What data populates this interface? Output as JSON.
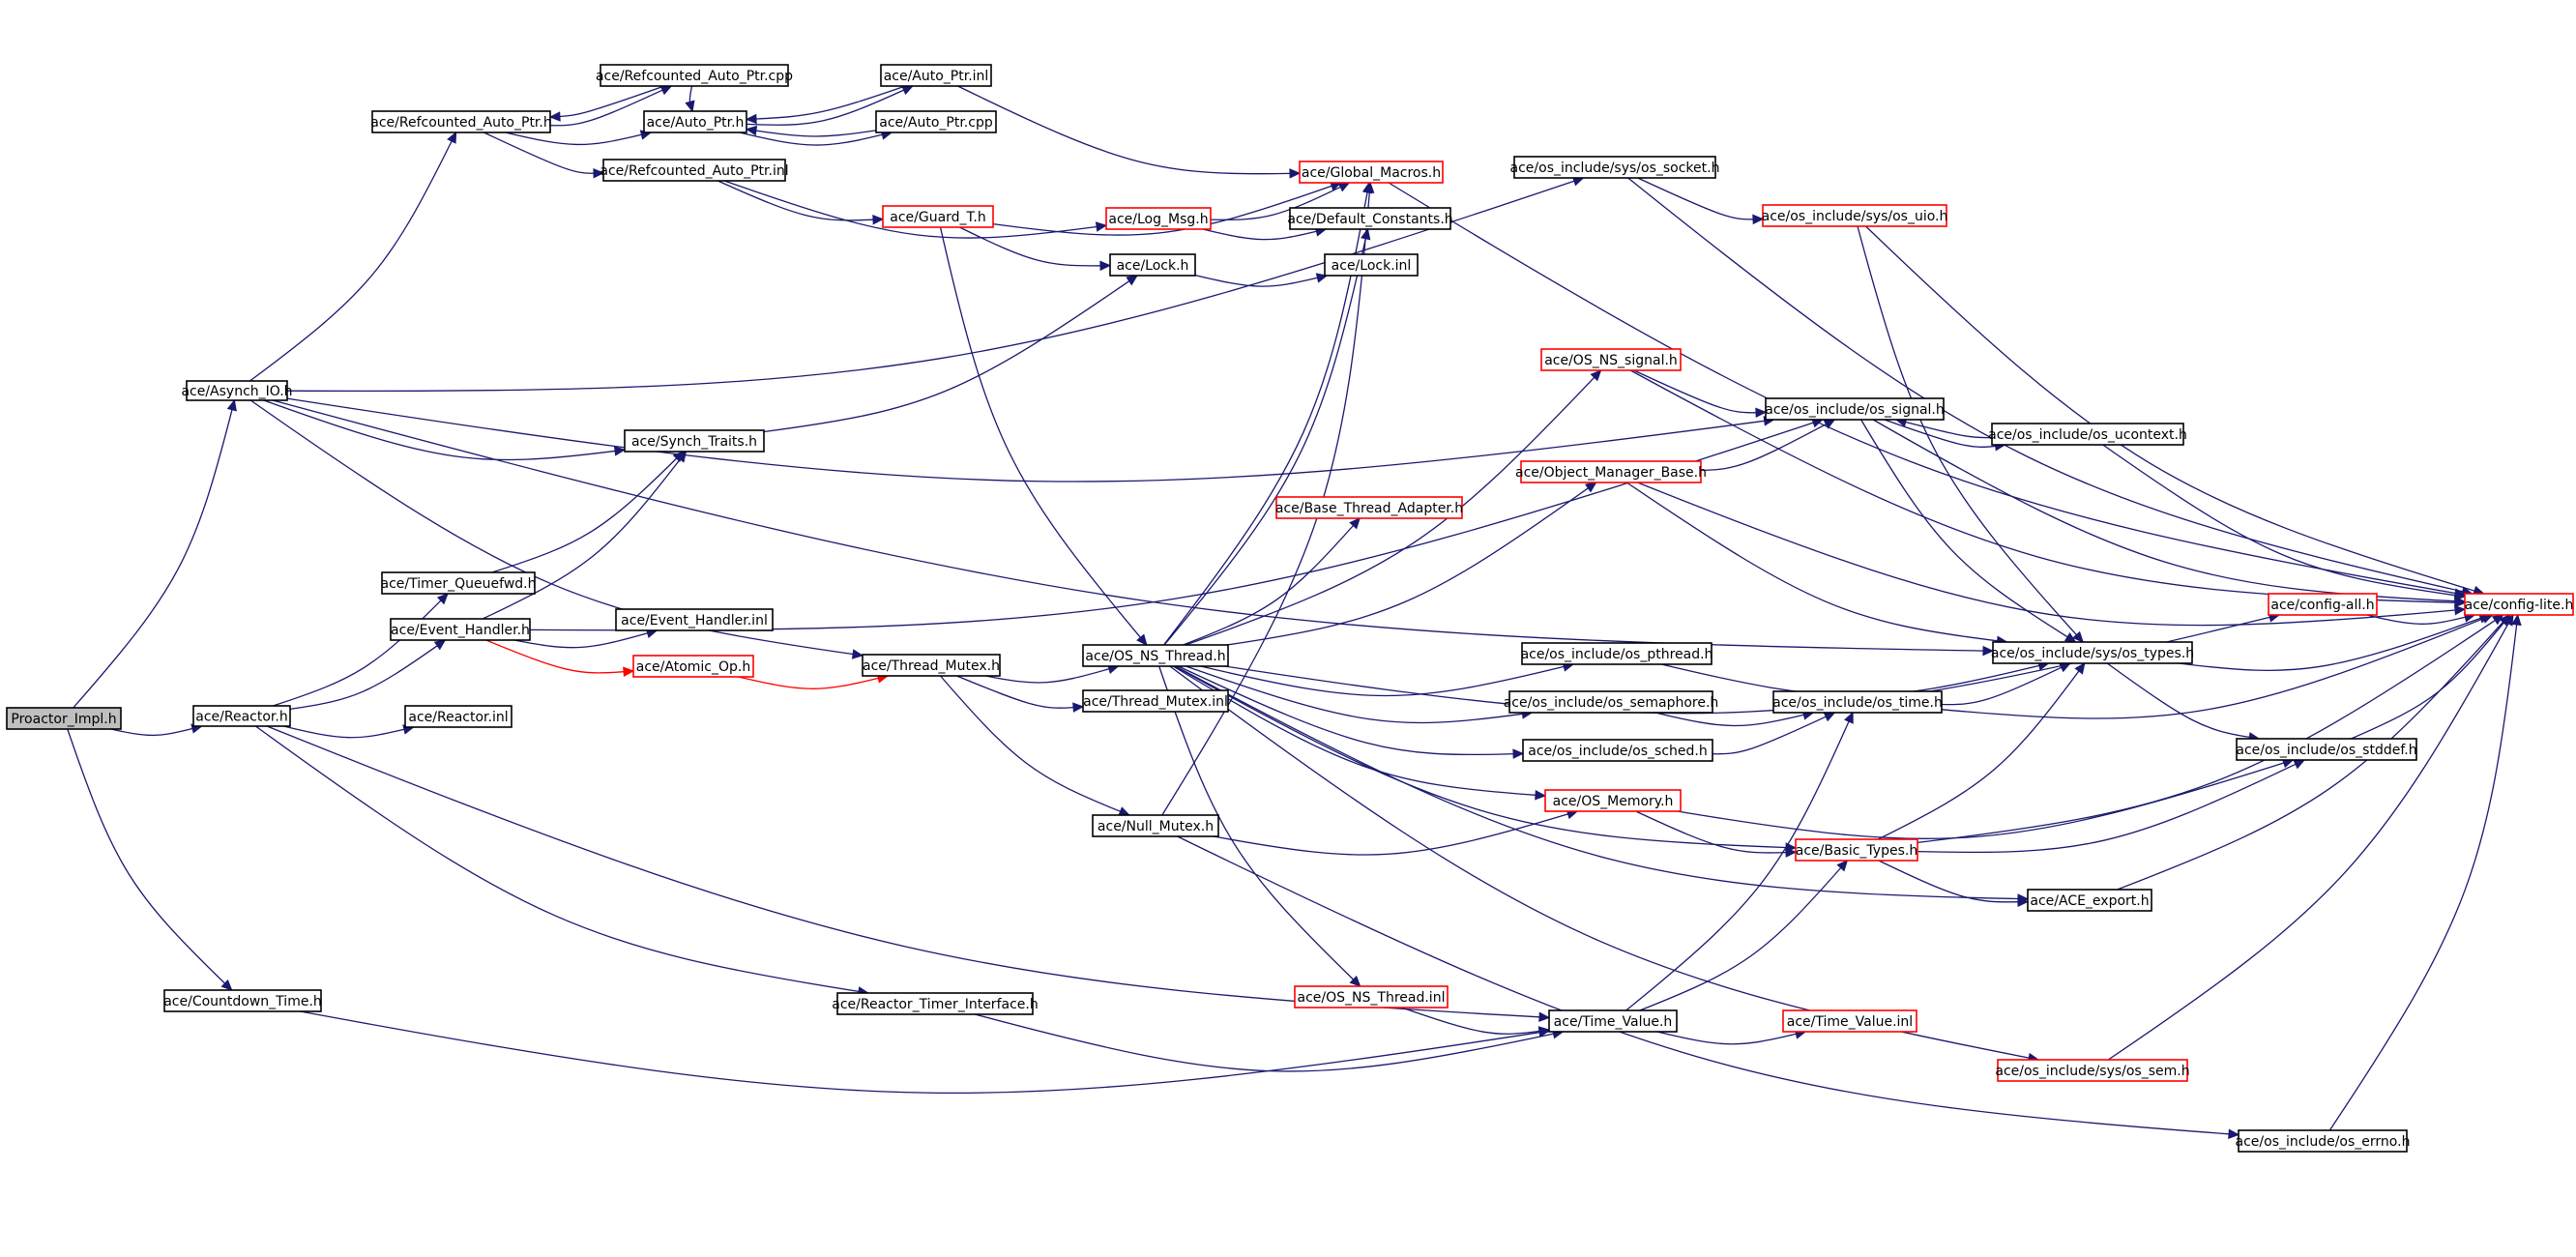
{
  "colors": {
    "edge": "#191970",
    "edge_special": "#ff0000",
    "node_border_normal": "#000000",
    "node_border_incomplete": "#ff0000",
    "root_fill": "#bfbfbf",
    "node_fill": "#ffffff"
  },
  "nodes": {
    "proactor_impl": {
      "label": "Proactor_Impl.h",
      "style": "root"
    },
    "asynch_io": {
      "label": "ace/Asynch_IO.h",
      "style": "normal"
    },
    "reactor": {
      "label": "ace/Reactor.h",
      "style": "normal"
    },
    "countdown_time": {
      "label": "ace/Countdown_Time.h",
      "style": "normal"
    },
    "refcounted_auto_ptr_h": {
      "label": "ace/Refcounted_Auto_Ptr.h",
      "style": "normal"
    },
    "refcounted_auto_ptr_cpp": {
      "label": "ace/Refcounted_Auto_Ptr.cpp",
      "style": "normal"
    },
    "refcounted_auto_ptr_inl": {
      "label": "ace/Refcounted_Auto_Ptr.inl",
      "style": "normal"
    },
    "auto_ptr_h": {
      "label": "ace/Auto_Ptr.h",
      "style": "normal"
    },
    "auto_ptr_inl": {
      "label": "ace/Auto_Ptr.inl",
      "style": "normal"
    },
    "auto_ptr_cpp": {
      "label": "ace/Auto_Ptr.cpp",
      "style": "normal"
    },
    "global_macros": {
      "label": "ace/Global_Macros.h",
      "style": "incomplete"
    },
    "guard_t": {
      "label": "ace/Guard_T.h",
      "style": "incomplete"
    },
    "log_msg": {
      "label": "ace/Log_Msg.h",
      "style": "incomplete"
    },
    "default_constants": {
      "label": "ace/Default_Constants.h",
      "style": "normal"
    },
    "lock_h": {
      "label": "ace/Lock.h",
      "style": "normal"
    },
    "lock_inl": {
      "label": "ace/Lock.inl",
      "style": "normal"
    },
    "synch_traits": {
      "label": "ace/Synch_Traits.h",
      "style": "normal"
    },
    "timer_queuefwd": {
      "label": "ace/Timer_Queuefwd.h",
      "style": "normal"
    },
    "event_handler": {
      "label": "ace/Event_Handler.h",
      "style": "normal"
    },
    "event_handler_inl": {
      "label": "ace/Event_Handler.inl",
      "style": "normal"
    },
    "atomic_op": {
      "label": "ace/Atomic_Op.h",
      "style": "incomplete"
    },
    "reactor_inl": {
      "label": "ace/Reactor.inl",
      "style": "normal"
    },
    "thread_mutex_h": {
      "label": "ace/Thread_Mutex.h",
      "style": "normal"
    },
    "os_ns_thread_h": {
      "label": "ace/OS_NS_Thread.h",
      "style": "normal"
    },
    "thread_mutex_inl": {
      "label": "ace/Thread_Mutex.inl",
      "style": "normal"
    },
    "null_mutex": {
      "label": "ace/Null_Mutex.h",
      "style": "normal"
    },
    "reactor_timer_interface": {
      "label": "ace/Reactor_Timer_Interface.h",
      "style": "normal"
    },
    "os_ns_signal": {
      "label": "ace/OS_NS_signal.h",
      "style": "incomplete"
    },
    "object_manager_base": {
      "label": "ace/Object_Manager_Base.h",
      "style": "incomplete"
    },
    "base_thread_adapter": {
      "label": "ace/Base_Thread_Adapter.h",
      "style": "incomplete"
    },
    "os_ns_thread_inl": {
      "label": "ace/OS_NS_Thread.inl",
      "style": "incomplete"
    },
    "os_socket": {
      "label": "ace/os_include/sys/os_socket.h",
      "style": "normal"
    },
    "os_uio": {
      "label": "ace/os_include/sys/os_uio.h",
      "style": "incomplete"
    },
    "os_signal": {
      "label": "ace/os_include/os_signal.h",
      "style": "normal"
    },
    "os_ucontext": {
      "label": "ace/os_include/os_ucontext.h",
      "style": "normal"
    },
    "os_pthread": {
      "label": "ace/os_include/os_pthread.h",
      "style": "normal"
    },
    "os_semaphore": {
      "label": "ace/os_include/os_semaphore.h",
      "style": "normal"
    },
    "os_sched": {
      "label": "ace/os_include/os_sched.h",
      "style": "normal"
    },
    "os_time": {
      "label": "ace/os_include/os_time.h",
      "style": "normal"
    },
    "os_memory": {
      "label": "ace/OS_Memory.h",
      "style": "incomplete"
    },
    "basic_types": {
      "label": "ace/Basic_Types.h",
      "style": "incomplete"
    },
    "ace_export": {
      "label": "ace/ACE_export.h",
      "style": "normal"
    },
    "time_value_h": {
      "label": "ace/Time_Value.h",
      "style": "normal"
    },
    "time_value_inl": {
      "label": "ace/Time_Value.inl",
      "style": "incomplete"
    },
    "os_types": {
      "label": "ace/os_include/sys/os_types.h",
      "style": "normal"
    },
    "os_stddef": {
      "label": "ace/os_include/os_stddef.h",
      "style": "normal"
    },
    "os_sem": {
      "label": "ace/os_include/sys/os_sem.h",
      "style": "incomplete"
    },
    "os_errno": {
      "label": "ace/os_include/os_errno.h",
      "style": "normal"
    },
    "config_all": {
      "label": "ace/config-all.h",
      "style": "incomplete"
    },
    "config_lite": {
      "label": "ace/config-lite.h",
      "style": "incomplete"
    }
  },
  "edges": [
    {
      "from": "proactor_impl",
      "to": "asynch_io"
    },
    {
      "from": "proactor_impl",
      "to": "reactor"
    },
    {
      "from": "proactor_impl",
      "to": "countdown_time"
    },
    {
      "from": "asynch_io",
      "to": "refcounted_auto_ptr_h"
    },
    {
      "from": "asynch_io",
      "to": "synch_traits"
    },
    {
      "from": "asynch_io",
      "to": "thread_mutex_h"
    },
    {
      "from": "asynch_io",
      "to": "os_socket"
    },
    {
      "from": "asynch_io",
      "to": "os_signal"
    },
    {
      "from": "asynch_io",
      "to": "os_types"
    },
    {
      "from": "refcounted_auto_ptr_h",
      "to": "refcounted_auto_ptr_cpp"
    },
    {
      "from": "refcounted_auto_ptr_cpp",
      "to": "refcounted_auto_ptr_h"
    },
    {
      "from": "refcounted_auto_ptr_h",
      "to": "auto_ptr_h"
    },
    {
      "from": "refcounted_auto_ptr_h",
      "to": "refcounted_auto_ptr_inl"
    },
    {
      "from": "refcounted_auto_ptr_cpp",
      "to": "auto_ptr_h"
    },
    {
      "from": "refcounted_auto_ptr_inl",
      "to": "guard_t"
    },
    {
      "from": "refcounted_auto_ptr_inl",
      "to": "log_msg"
    },
    {
      "from": "auto_ptr_h",
      "to": "auto_ptr_inl"
    },
    {
      "from": "auto_ptr_inl",
      "to": "auto_ptr_h"
    },
    {
      "from": "auto_ptr_h",
      "to": "auto_ptr_cpp"
    },
    {
      "from": "auto_ptr_cpp",
      "to": "auto_ptr_h"
    },
    {
      "from": "auto_ptr_inl",
      "to": "global_macros"
    },
    {
      "from": "guard_t",
      "to": "global_macros"
    },
    {
      "from": "guard_t",
      "to": "lock_h"
    },
    {
      "from": "guard_t",
      "to": "os_ns_thread_h"
    },
    {
      "from": "log_msg",
      "to": "global_macros"
    },
    {
      "from": "log_msg",
      "to": "default_constants"
    },
    {
      "from": "global_macros",
      "to": "config_lite"
    },
    {
      "from": "lock_h",
      "to": "lock_inl"
    },
    {
      "from": "synch_traits",
      "to": "lock_h"
    },
    {
      "from": "reactor",
      "to": "timer_queuefwd"
    },
    {
      "from": "reactor",
      "to": "event_handler"
    },
    {
      "from": "reactor",
      "to": "reactor_inl"
    },
    {
      "from": "reactor",
      "to": "reactor_timer_interface"
    },
    {
      "from": "reactor",
      "to": "time_value_h"
    },
    {
      "from": "timer_queuefwd",
      "to": "synch_traits"
    },
    {
      "from": "event_handler",
      "to": "synch_traits"
    },
    {
      "from": "event_handler",
      "to": "event_handler_inl"
    },
    {
      "from": "event_handler",
      "to": "atomic_op",
      "special": true
    },
    {
      "from": "event_handler",
      "to": "os_signal"
    },
    {
      "from": "atomic_op",
      "to": "thread_mutex_h",
      "special": true
    },
    {
      "from": "thread_mutex_h",
      "to": "os_ns_thread_h"
    },
    {
      "from": "thread_mutex_h",
      "to": "thread_mutex_inl"
    },
    {
      "from": "thread_mutex_h",
      "to": "null_mutex"
    },
    {
      "from": "null_mutex",
      "to": "global_macros"
    },
    {
      "from": "null_mutex",
      "to": "os_memory"
    },
    {
      "from": "null_mutex",
      "to": "os_errno"
    },
    {
      "from": "os_ns_thread_h",
      "to": "global_macros"
    },
    {
      "from": "os_ns_thread_h",
      "to": "default_constants"
    },
    {
      "from": "os_ns_thread_h",
      "to": "os_ns_signal"
    },
    {
      "from": "os_ns_thread_h",
      "to": "object_manager_base"
    },
    {
      "from": "os_ns_thread_h",
      "to": "base_thread_adapter"
    },
    {
      "from": "os_ns_thread_h",
      "to": "config_all"
    },
    {
      "from": "os_ns_thread_h",
      "to": "os_pthread"
    },
    {
      "from": "os_ns_thread_h",
      "to": "os_semaphore"
    },
    {
      "from": "os_ns_thread_h",
      "to": "os_sched"
    },
    {
      "from": "os_ns_thread_h",
      "to": "os_memory"
    },
    {
      "from": "os_ns_thread_h",
      "to": "basic_types"
    },
    {
      "from": "os_ns_thread_h",
      "to": "ace_export"
    },
    {
      "from": "os_ns_thread_h",
      "to": "os_ns_thread_inl"
    },
    {
      "from": "os_ns_thread_h",
      "to": "os_sem"
    },
    {
      "from": "os_ns_thread_inl",
      "to": "time_value_h"
    },
    {
      "from": "countdown_time",
      "to": "time_value_h"
    },
    {
      "from": "reactor_timer_interface",
      "to": "time_value_h"
    },
    {
      "from": "time_value_h",
      "to": "time_value_inl"
    },
    {
      "from": "time_value_h",
      "to": "basic_types"
    },
    {
      "from": "time_value_h",
      "to": "os_time"
    },
    {
      "from": "os_socket",
      "to": "os_uio"
    },
    {
      "from": "os_socket",
      "to": "config_lite"
    },
    {
      "from": "os_uio",
      "to": "os_types"
    },
    {
      "from": "os_uio",
      "to": "config_lite"
    },
    {
      "from": "os_ns_signal",
      "to": "os_signal"
    },
    {
      "from": "os_ns_signal",
      "to": "config_lite"
    },
    {
      "from": "object_manager_base",
      "to": "os_signal"
    },
    {
      "from": "object_manager_base",
      "to": "os_types"
    },
    {
      "from": "object_manager_base",
      "to": "config_lite"
    },
    {
      "from": "os_signal",
      "to": "os_ucontext"
    },
    {
      "from": "os_ucontext",
      "to": "os_signal"
    },
    {
      "from": "os_signal",
      "to": "os_types"
    },
    {
      "from": "os_signal",
      "to": "config_lite"
    },
    {
      "from": "os_ucontext",
      "to": "config_lite"
    },
    {
      "from": "os_pthread",
      "to": "os_types"
    },
    {
      "from": "os_semaphore",
      "to": "os_time"
    },
    {
      "from": "os_sched",
      "to": "os_time"
    },
    {
      "from": "os_time",
      "to": "os_types"
    },
    {
      "from": "os_time",
      "to": "config_lite"
    },
    {
      "from": "os_memory",
      "to": "basic_types"
    },
    {
      "from": "os_memory",
      "to": "os_stddef"
    },
    {
      "from": "basic_types",
      "to": "os_types"
    },
    {
      "from": "basic_types",
      "to": "os_stddef"
    },
    {
      "from": "basic_types",
      "to": "ace_export"
    },
    {
      "from": "basic_types",
      "to": "config_lite"
    },
    {
      "from": "ace_export",
      "to": "config_lite"
    },
    {
      "from": "os_types",
      "to": "os_stddef"
    },
    {
      "from": "os_types",
      "to": "config_lite"
    },
    {
      "from": "os_stddef",
      "to": "config_lite"
    },
    {
      "from": "config_all",
      "to": "config_lite"
    },
    {
      "from": "os_sem",
      "to": "config_lite"
    },
    {
      "from": "os_errno",
      "to": "config_lite"
    }
  ]
}
